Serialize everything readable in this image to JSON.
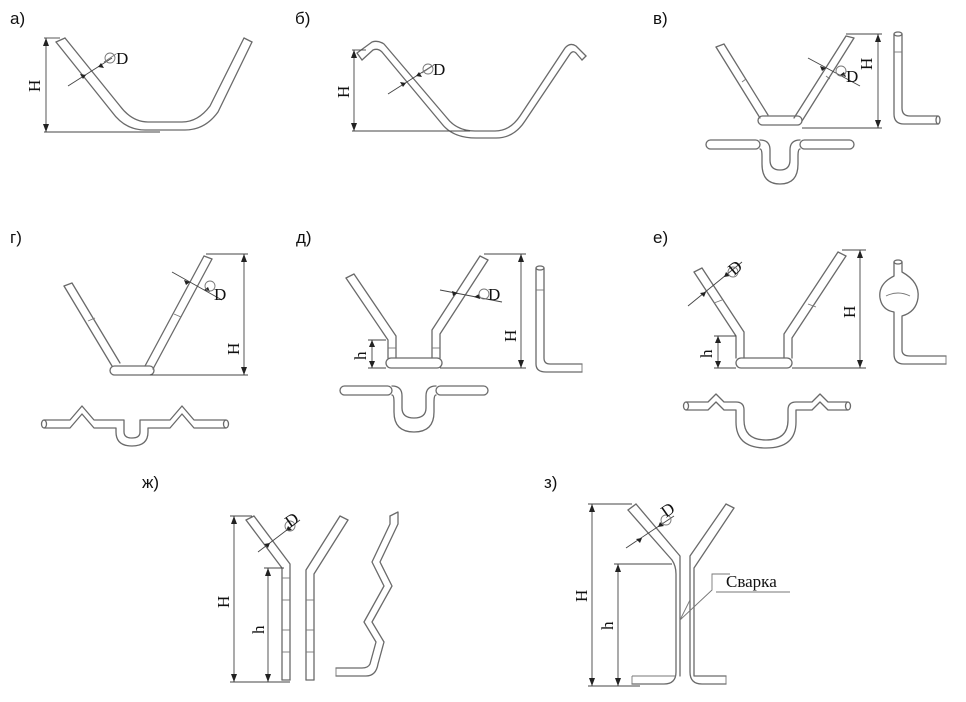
{
  "panels": {
    "a": {
      "label": "а)",
      "dims": {
        "height": "H",
        "diameter": "D"
      }
    },
    "b": {
      "label": "б)",
      "dims": {
        "height": "H",
        "diameter": "D"
      }
    },
    "v": {
      "label": "в)",
      "dims": {
        "height": "H",
        "diameter": "D"
      }
    },
    "g": {
      "label": "г)",
      "dims": {
        "height": "H",
        "diameter": "D"
      }
    },
    "d": {
      "label": "д)",
      "dims": {
        "height": "H",
        "diameter": "D",
        "small_height": "h"
      }
    },
    "e": {
      "label": "е)",
      "dims": {
        "height": "H",
        "diameter": "D",
        "small_height": "h"
      }
    },
    "zh": {
      "label": "ж)",
      "dims": {
        "height": "H",
        "diameter": "D",
        "small_height": "h"
      }
    },
    "z": {
      "label": "з)",
      "dims": {
        "height": "H",
        "diameter": "D",
        "small_height": "h"
      },
      "callout": "Сварка"
    }
  }
}
